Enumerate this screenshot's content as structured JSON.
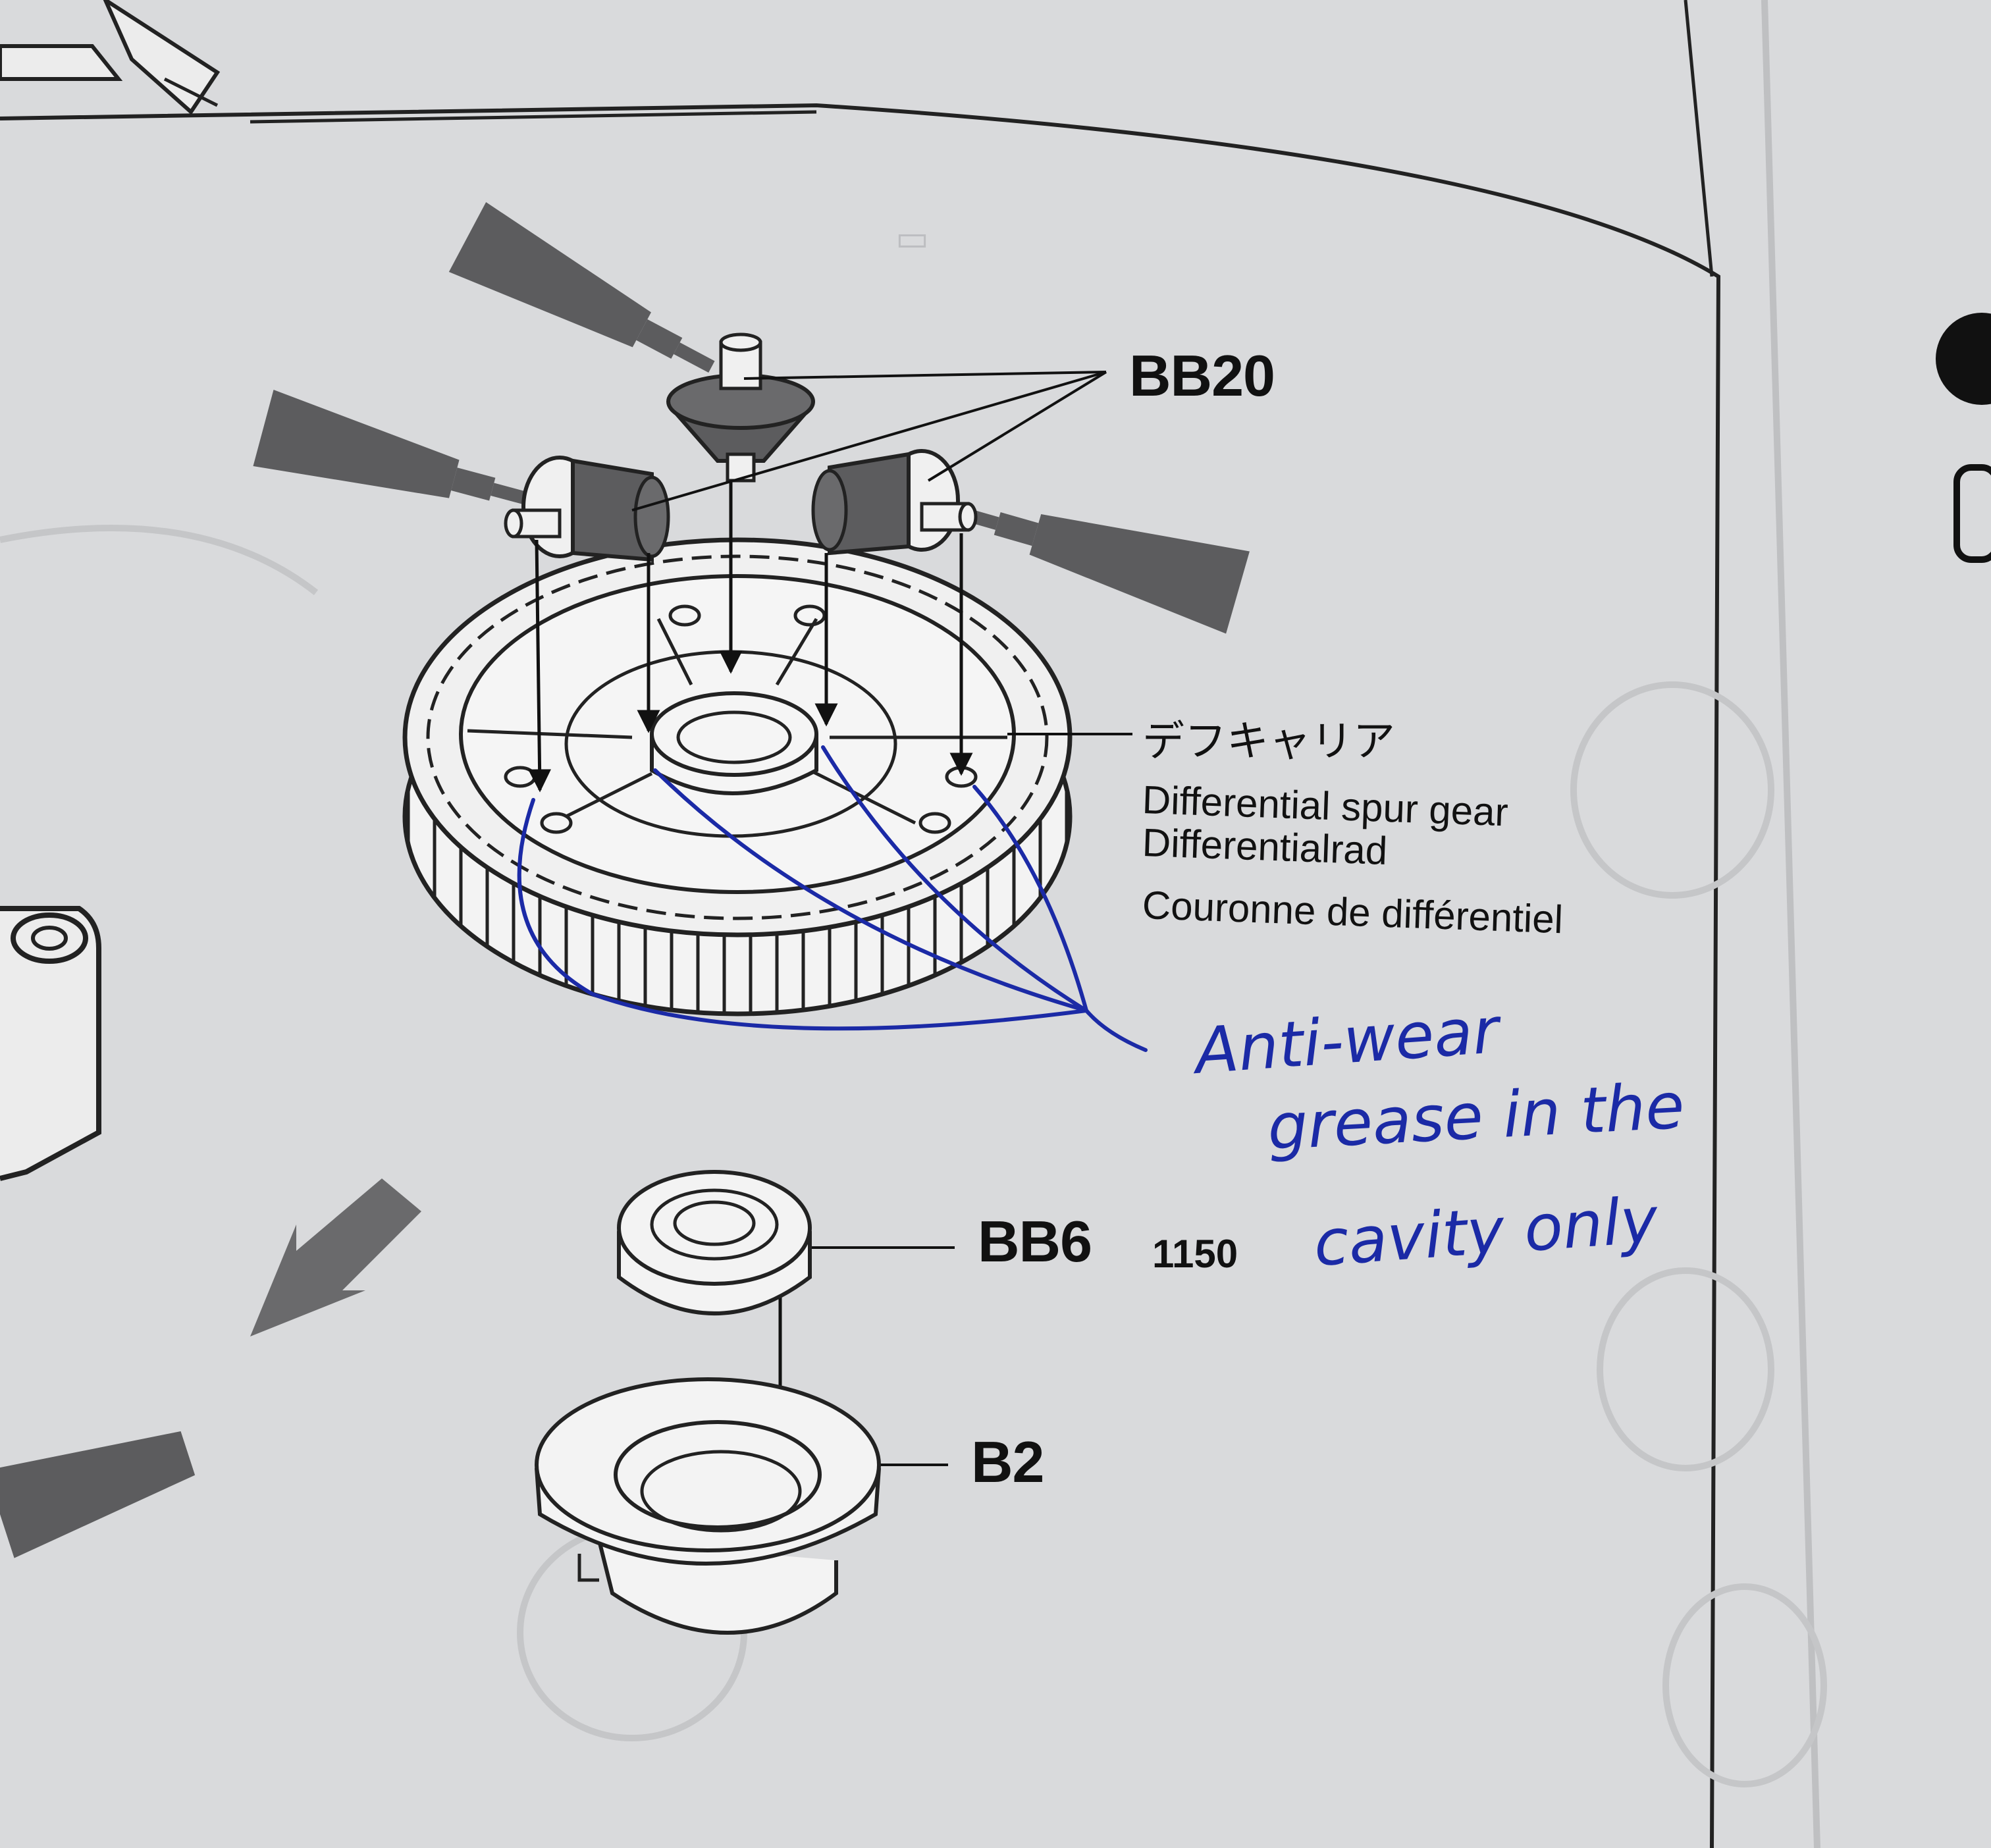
{
  "labels": {
    "bb20": "BB20",
    "diff_jp": "デフキャリア",
    "diff_en": "Differential spur gear",
    "diff_de": "Differentialrad",
    "diff_fr": "Couronne de différentiel",
    "bb6": "BB6",
    "bb6_qty": "1150",
    "b2": "B2"
  },
  "handwritten_note": {
    "line1": "Anti-wear",
    "line2": "grease in the",
    "line3": "cavity only"
  },
  "colors": {
    "paper": "#d9dadc",
    "ink": "#111111",
    "pen": "#1b2aa6",
    "grease_tube": "#5c5c5e"
  },
  "icons": [
    "grease-tube-icon",
    "bevel-gear-icon",
    "spur-gear-icon",
    "ball-bearing-icon",
    "bearing-holder-icon",
    "direction-arrow-icon"
  ]
}
